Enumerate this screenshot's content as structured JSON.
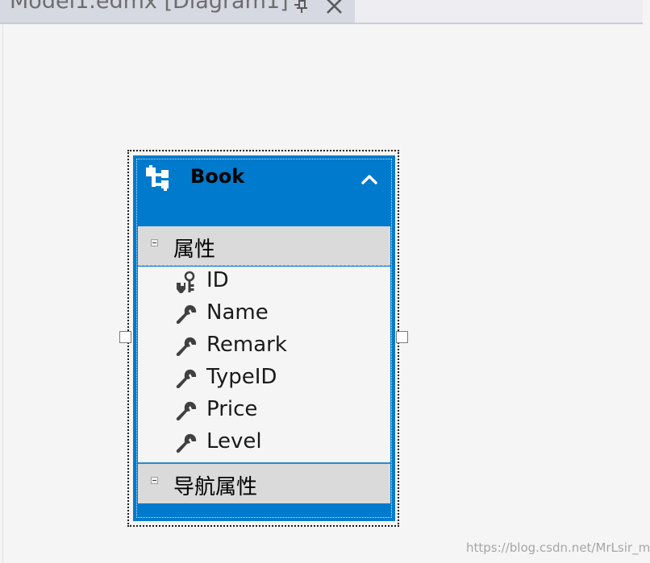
{
  "tab": {
    "title": "Model1.edmx [Diagram1]",
    "pin_icon": "pin-icon",
    "close_icon": "close-icon"
  },
  "entity": {
    "name": "Book",
    "icon": "entity-icon",
    "collapse_icon": "chevron-up-icon",
    "header_color": "#007acc",
    "properties_section": {
      "label": "属性",
      "items": [
        {
          "label": "ID",
          "icon": "key-icon"
        },
        {
          "label": "Name",
          "icon": "wrench-icon"
        },
        {
          "label": "Remark",
          "icon": "wrench-icon"
        },
        {
          "label": "TypeID",
          "icon": "wrench-icon"
        },
        {
          "label": "Price",
          "icon": "wrench-icon"
        },
        {
          "label": "Level",
          "icon": "wrench-icon"
        }
      ]
    },
    "navigation_section": {
      "label": "导航属性"
    }
  },
  "watermark": "https://blog.csdn.net/MrLsir_m"
}
